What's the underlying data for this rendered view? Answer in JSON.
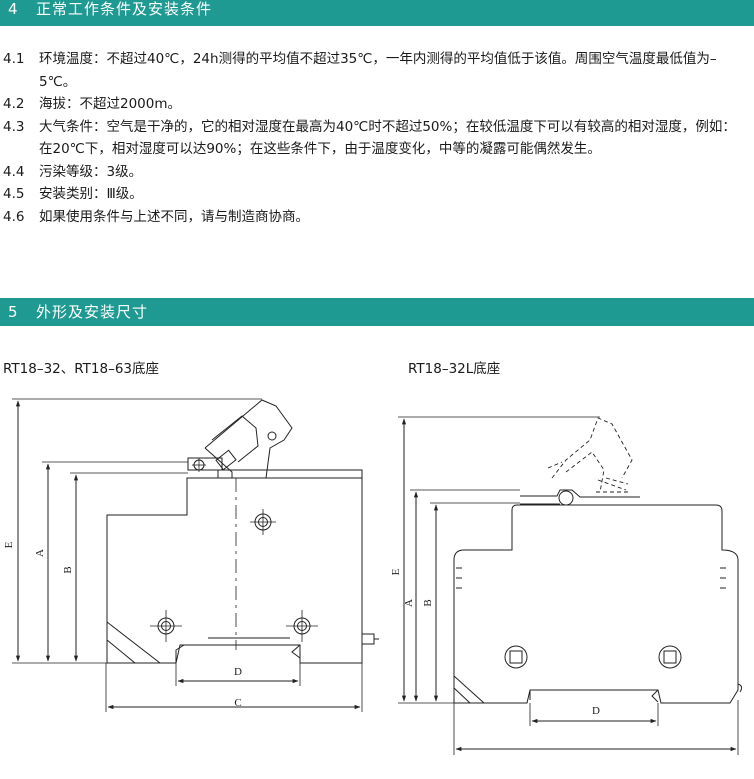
{
  "section4": {
    "number": "4",
    "title": "正常工作条件及安装条件",
    "items": [
      {
        "no": "4.1",
        "text": "环境温度：不超过40℃，24h测得的平均值不超过35℃，一年内测得的平均值低于该值。周围空气温度最低值为–5℃。"
      },
      {
        "no": "4.2",
        "text": "海拔：不超过2000m。"
      },
      {
        "no": "4.3",
        "text": "大气条件：空气是干净的，它的相对湿度在最高为40℃时不超过50%；在较低温度下可以有较高的相对湿度，例如：在20℃下，相对湿度可以达90%；在这些条件下，由于温度变化，中等的凝露可能偶然发生。"
      },
      {
        "no": "4.4",
        "text": "污染等级：3级。"
      },
      {
        "no": "4.5",
        "text": "安装类别：Ⅲ级。"
      },
      {
        "no": "4.6",
        "text": "如果使用条件与上述不同，请与制造商协商。"
      }
    ]
  },
  "section5": {
    "number": "5",
    "title": "外形及安装尺寸"
  },
  "figures": {
    "left_caption": "RT18–32、RT18–63底座",
    "right_caption": "RT18–32L底座",
    "left_dims": {
      "e": "E",
      "a": "A",
      "b": "B",
      "c": "C",
      "d": "D"
    },
    "right_dims": {
      "e": "E",
      "a": "A",
      "b": "B",
      "d": "D"
    }
  },
  "colors": {
    "section_bar": "#1f9a93",
    "line": "#222222"
  }
}
